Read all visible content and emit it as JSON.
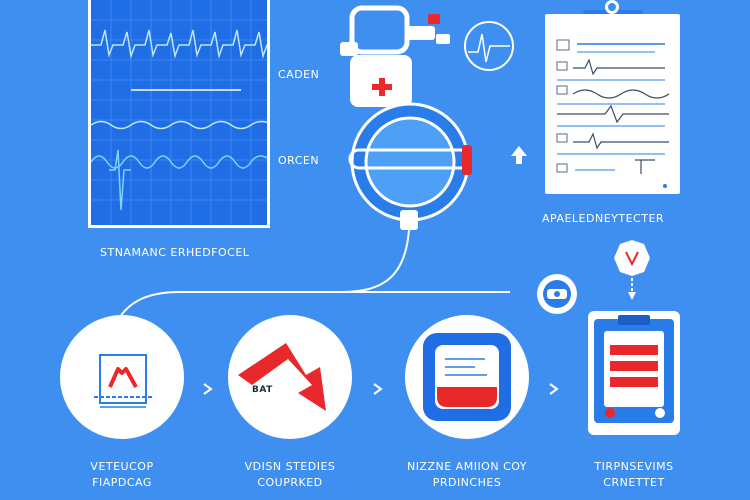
{
  "labels": {
    "monitor_caption": "STNAMANC ERHEDFOCEL",
    "ekg_side_top": "CADEN",
    "ekg_side_bottom": "ORCEN",
    "clipboard_caption": "APAELEDNEYTECTER",
    "step1_line1": "VETEUCOP",
    "step1_line2": "FIAPDCAG",
    "step2_line1": "VDISN STEDIES",
    "step2_line2": "COUPRKED",
    "step3_line1": "NIZZNE AMIION COY",
    "step3_line2": "PRDINCHES",
    "step4_line1": "TIRPNSEVIMS",
    "step4_line2": "CRNETTET",
    "step2_badge": "BAT"
  },
  "colors": {
    "background": "#3f8ff0",
    "panel": "#1f6ee6",
    "accent_red": "#e8282b",
    "waveform": "#7fd3ff",
    "white": "#ffffff"
  },
  "icons": {
    "monitor": "ekg-monitor-icon",
    "oxygen": "oxygen-regulator-icon",
    "pulse": "pulse-circle-icon",
    "report": "clipboard-report-icon",
    "arrow": "arrow-up-icon",
    "cross": "medical-cross-icon",
    "camera": "camera-badge-icon",
    "step1": "chart-figure-icon",
    "step2": "red-arrow-icon",
    "step3": "blood-bag-icon",
    "step4": "tablet-screen-icon"
  }
}
